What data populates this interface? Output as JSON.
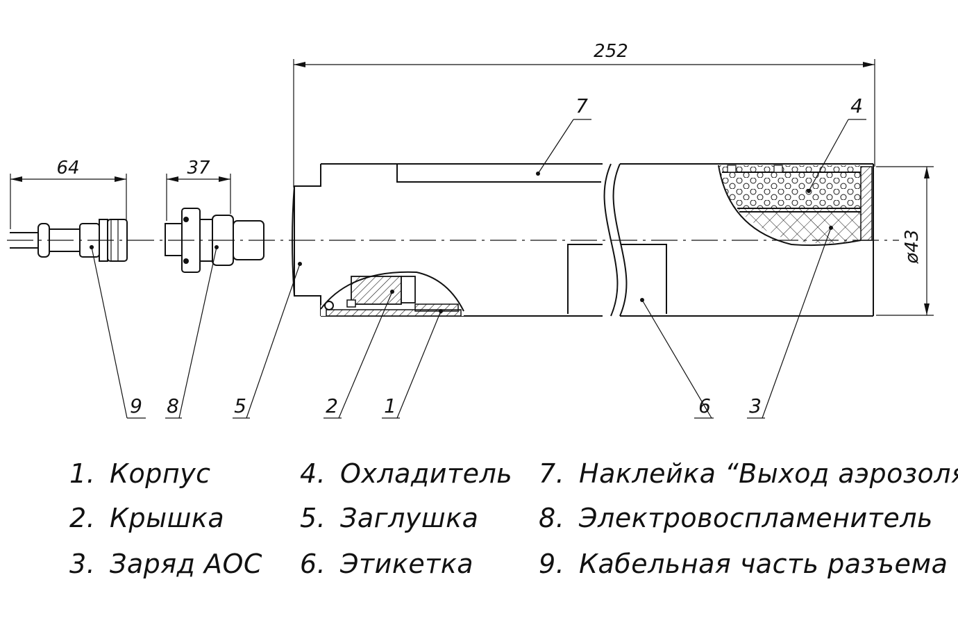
{
  "dimensions": {
    "overall_length": "252",
    "connector_9_length": "64",
    "igniter_8_length": "37",
    "diameter": "ø43"
  },
  "callouts": [
    "1",
    "2",
    "3",
    "4",
    "5",
    "6",
    "7",
    "8",
    "9"
  ],
  "legend": [
    {
      "num": "1.",
      "text": "Корпус"
    },
    {
      "num": "2.",
      "text": "Крышка"
    },
    {
      "num": "3.",
      "text": "Заряд АОС"
    },
    {
      "num": "4.",
      "text": "Охладитель"
    },
    {
      "num": "5.",
      "text": "Заглушка"
    },
    {
      "num": "6.",
      "text": "Этикетка"
    },
    {
      "num": "7.",
      "text": "Наклейка  “Выход аэрозоля ”"
    },
    {
      "num": "8.",
      "text": "Электровоспламенитель"
    },
    {
      "num": "9.",
      "text": "Кабельная часть разъема"
    }
  ]
}
